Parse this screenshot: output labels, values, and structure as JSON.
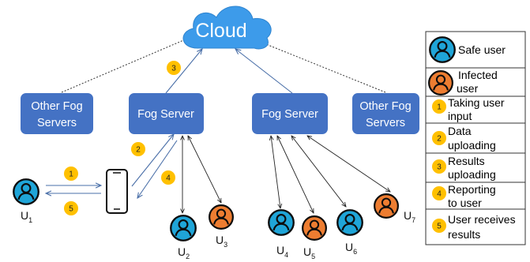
{
  "cloud": {
    "label": "Cloud"
  },
  "servers": [
    {
      "id": "other-left",
      "line1": "Other Fog",
      "line2": "Servers"
    },
    {
      "id": "fog-left",
      "line1": "Fog Server"
    },
    {
      "id": "fog-right",
      "line1": "Fog Server"
    },
    {
      "id": "other-right",
      "line1": "Other Fog",
      "line2": "Servers"
    }
  ],
  "steps": [
    {
      "num": "1"
    },
    {
      "num": "2"
    },
    {
      "num": "3"
    },
    {
      "num": "4"
    },
    {
      "num": "5"
    }
  ],
  "users": [
    {
      "base": "U",
      "sub": "1",
      "type": "safe"
    },
    {
      "base": "U",
      "sub": "2",
      "type": "safe"
    },
    {
      "base": "U",
      "sub": "3",
      "type": "infected"
    },
    {
      "base": "U",
      "sub": "4",
      "type": "safe"
    },
    {
      "base": "U",
      "sub": "5",
      "type": "infected"
    },
    {
      "base": "U",
      "sub": "6",
      "type": "safe"
    },
    {
      "base": "U",
      "sub": "7",
      "type": "infected"
    }
  ],
  "legend": {
    "safe": {
      "lines": [
        "Safe user"
      ]
    },
    "infected": {
      "lines": [
        "Infected",
        "user"
      ]
    },
    "steps": [
      {
        "num": "1",
        "lines": [
          "Taking user",
          "input"
        ]
      },
      {
        "num": "2",
        "lines": [
          "Data",
          "uploading"
        ]
      },
      {
        "num": "3",
        "lines": [
          "Results",
          "uploading"
        ]
      },
      {
        "num": "4",
        "lines": [
          "Reporting",
          "to user"
        ]
      },
      {
        "num": "5",
        "lines": [
          "User receives",
          "results"
        ]
      }
    ]
  },
  "colors": {
    "cloud": "#3d9bea",
    "server": "#4472c4",
    "badge": "#ffc000",
    "safe_fill": "#1fa5d8",
    "infected_fill": "#ed7d31",
    "line": "#4a6fa8"
  }
}
